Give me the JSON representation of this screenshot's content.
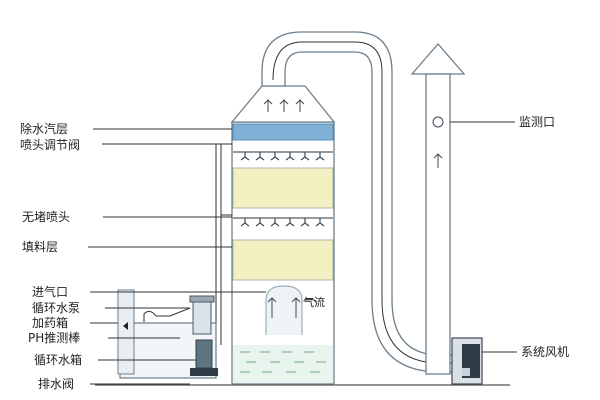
{
  "labels": {
    "demister": "除水汽层",
    "nozzle_valve": "喷头调节阀",
    "nozzle": "无堵喷头",
    "packing": "填料层",
    "inlet": "进气口",
    "pump": "循环水泵",
    "dosing": "加药箱",
    "ph": "PH推测棒",
    "tank": "循环水箱",
    "drain": "排水阀",
    "monitor": "监测口",
    "fan": "系统风机",
    "airflow": "气流"
  },
  "colors": {
    "outline": "#6b7f8d",
    "packing_fill": "#f2efc0",
    "demister_fill": "#7fb0d6",
    "text": "#222222"
  },
  "icons": [
    "arrow-up-icon",
    "airflow-arrow-icon",
    "nozzle-icon",
    "monitor-port-icon",
    "fan-icon"
  ]
}
